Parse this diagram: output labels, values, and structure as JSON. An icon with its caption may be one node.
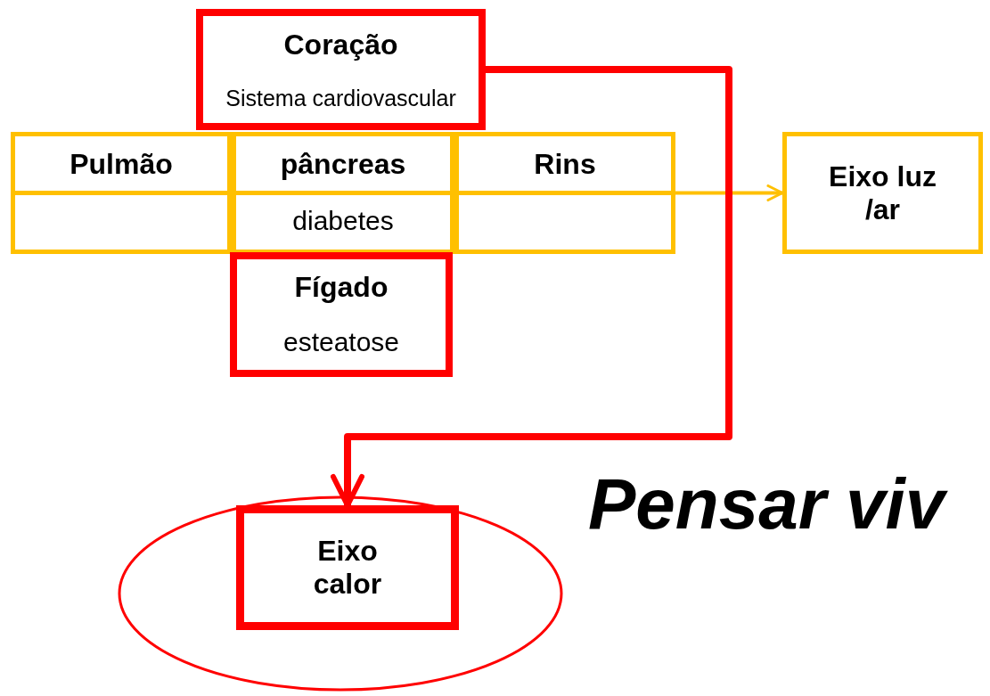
{
  "diagram": {
    "nodes": [
      {
        "text": [
          "Coração",
          "Sistema cardiovascular"
        ]
      },
      {
        "text": [
          "Pulmão"
        ]
      },
      {
        "text": [
          "pâncreas",
          "diabetes"
        ]
      },
      {
        "text": [
          "Rins"
        ]
      },
      {
        "text": [
          "Eixo luz /ar"
        ]
      },
      {
        "text": [
          "Fígado",
          "esteatose"
        ]
      },
      {
        "text": [],
        "shape": "circle"
      },
      {
        "text": [
          "Eixo calor"
        ],
        "in": 6
      }
    ],
    "edges": [
      {
        "from": 3,
        "to": 4,
        "arrow": "to",
        "color": "#ffc000"
      },
      {
        "from": 0,
        "to": 7,
        "arrow": "to",
        "style": "thick",
        "color": "#ff0000"
      }
    ],
    "labels": [
      "Pensar viv"
    ]
  }
}
